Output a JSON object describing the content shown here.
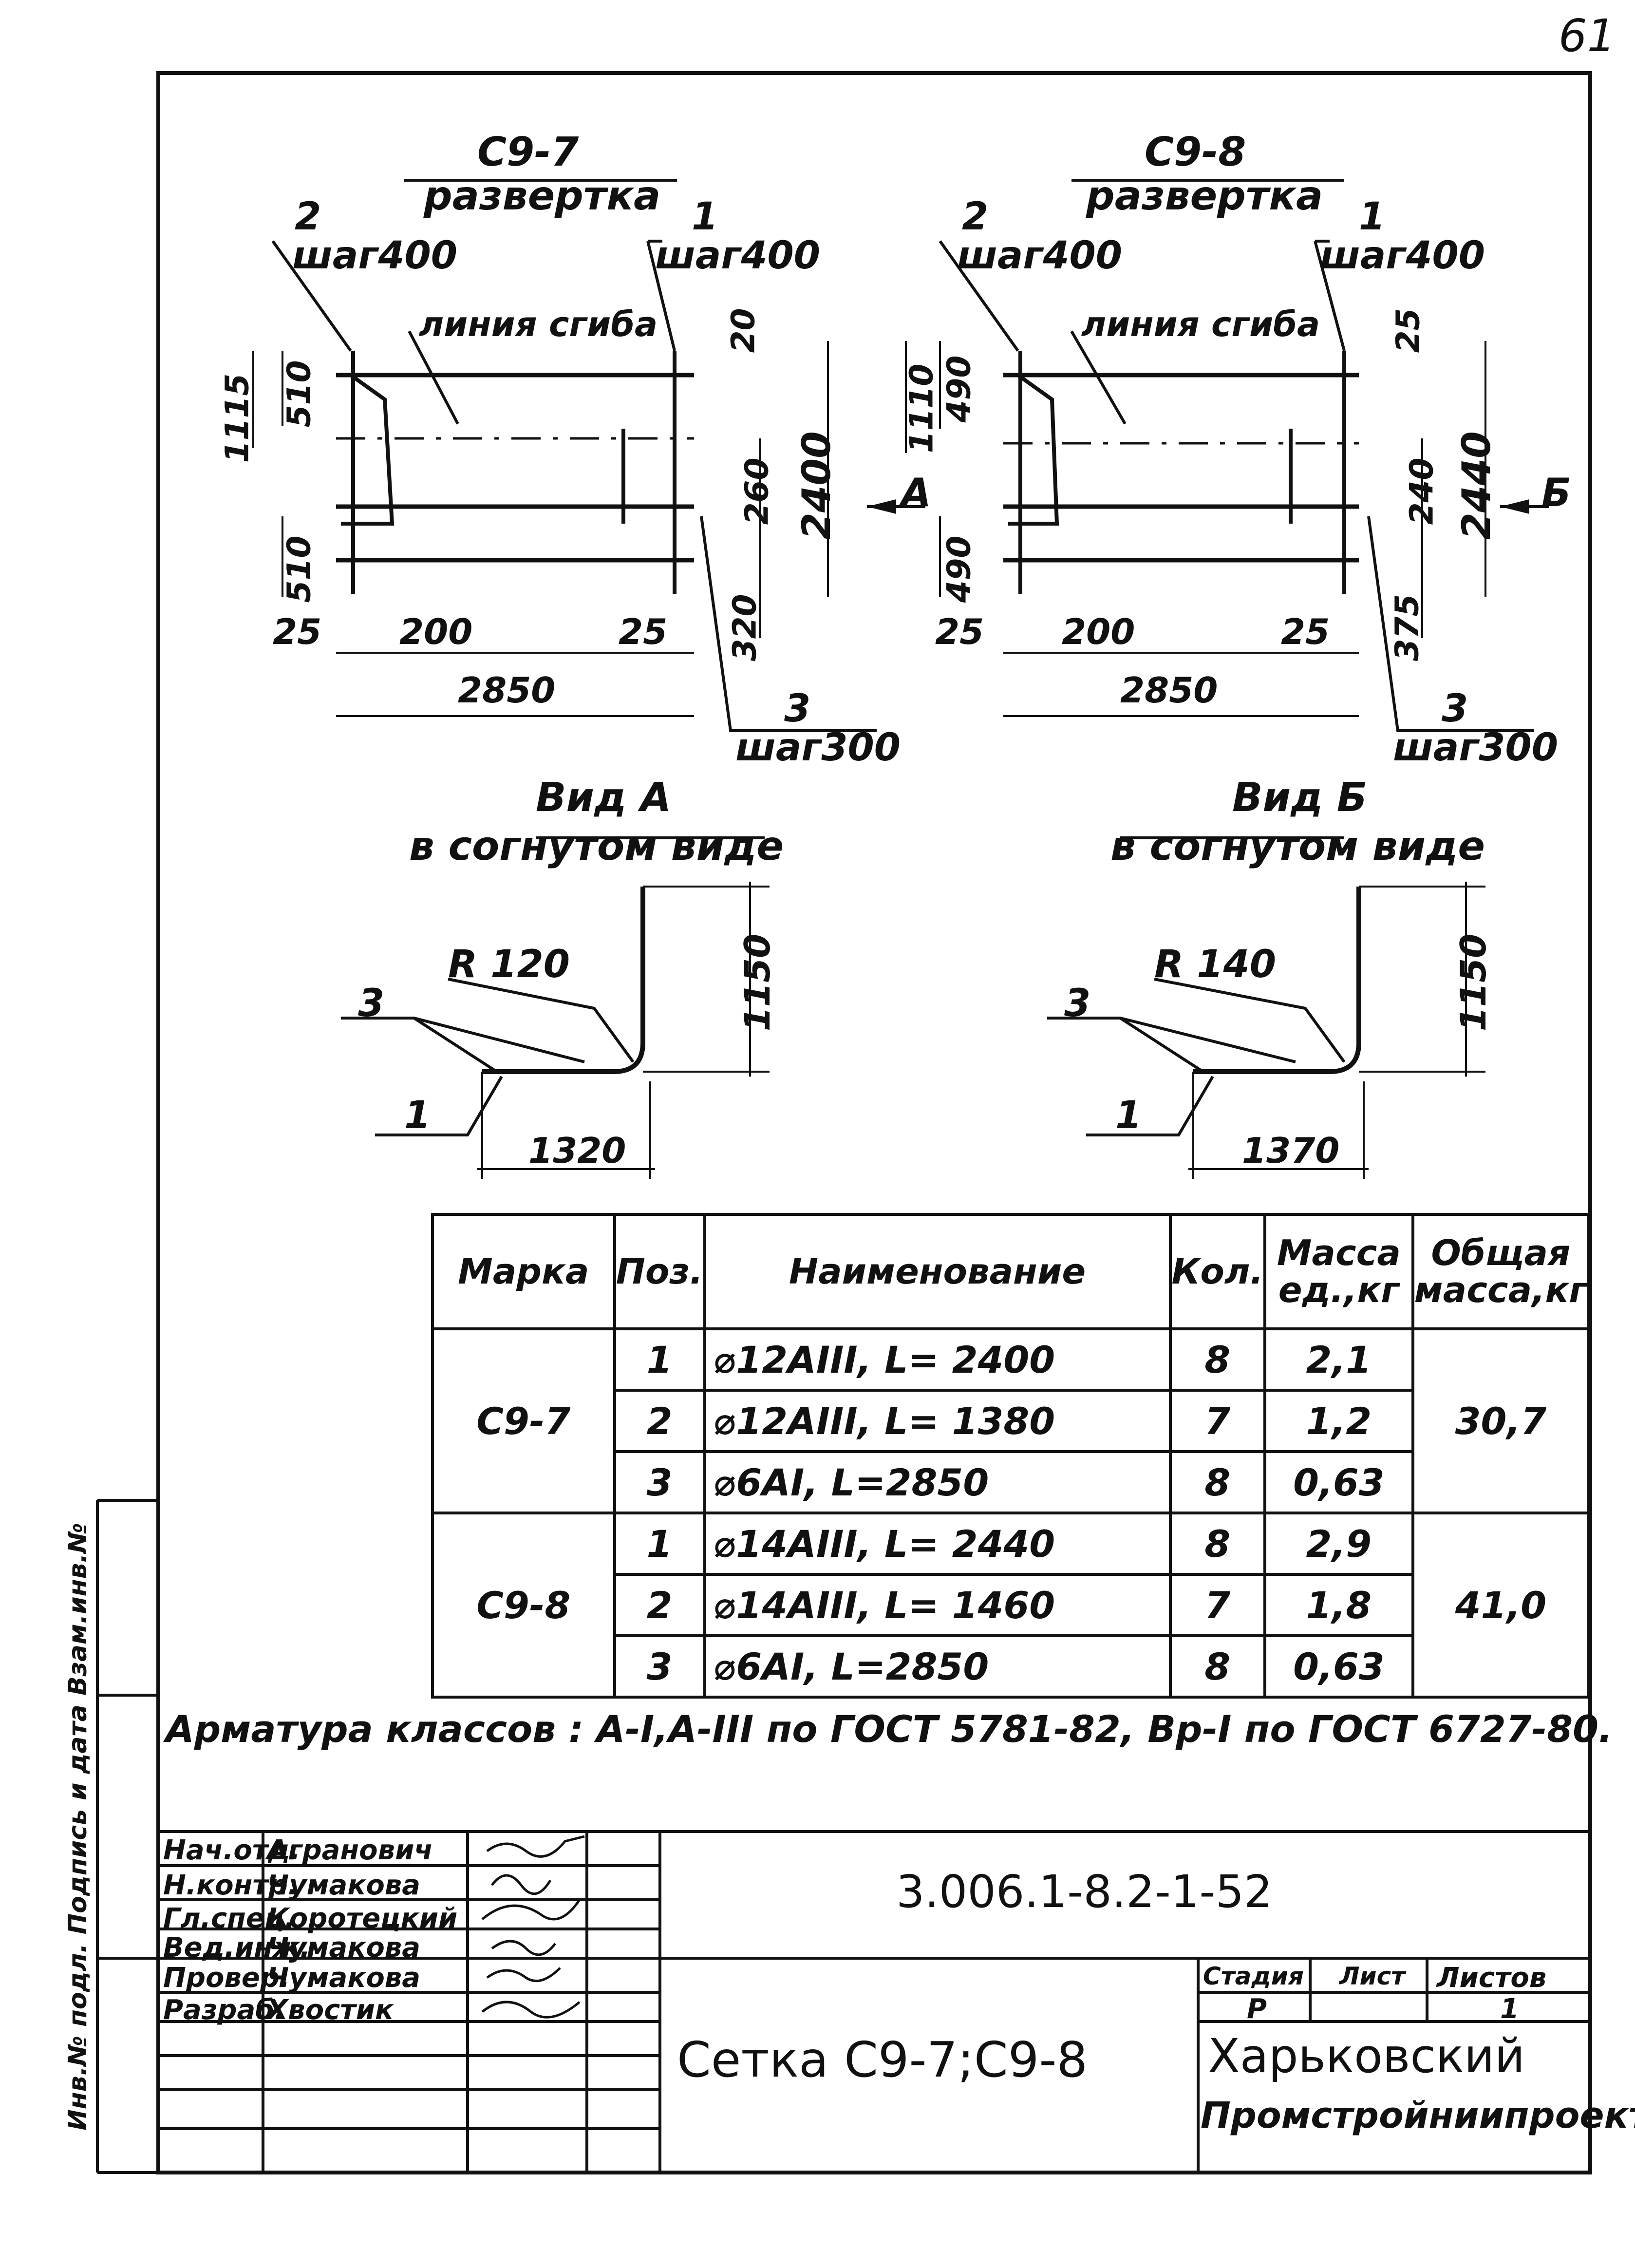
{
  "page_number": "61",
  "drawings": [
    {
      "id": "c9-7",
      "mark": "С9-7",
      "subtitle": "развертка",
      "pos2_label": "2",
      "pos2_step": "шаг400",
      "pos1_label": "1",
      "pos1_step": "шаг400",
      "bend_line": "линия сгиба",
      "dims": {
        "top_off": "20",
        "left_total": "1115",
        "left_upper": "510",
        "left_lower": "510",
        "right_mid": "260",
        "right_total": "2400",
        "right_bottom": "320",
        "bottom_left": "25",
        "bottom_mid": "200",
        "bottom_right": "25",
        "overall_length": "2850"
      },
      "arrow_label": "A",
      "pos3_label": "3",
      "pos3_step": "шаг300"
    },
    {
      "id": "c9-8",
      "mark": "С9-8",
      "subtitle": "развертка",
      "pos2_label": "2",
      "pos2_step": "шаг400",
      "pos1_label": "1",
      "pos1_step": "шаг400",
      "bend_line": "линия сгиба",
      "dims": {
        "top_off": "25",
        "left_total": "1110",
        "left_upper": "490",
        "left_lower": "490",
        "right_mid": "240",
        "right_total": "2440",
        "right_bottom": "375",
        "bottom_left": "25",
        "bottom_mid": "200",
        "bottom_right": "25",
        "overall_length": "2850"
      },
      "arrow_label": "Б",
      "pos3_label": "3",
      "pos3_step": "шаг300"
    }
  ],
  "views": [
    {
      "title": "Вид A",
      "subtitle": "в согнутом виде",
      "radius": "R 120",
      "height": "1150",
      "width": "1320",
      "pos3": "3",
      "pos1": "1"
    },
    {
      "title": "Вид Б",
      "subtitle": "в согнутом виде",
      "radius": "R 140",
      "height": "1150",
      "width": "1370",
      "pos3": "3",
      "pos1": "1"
    }
  ],
  "spec_table": {
    "headers": [
      "Марка",
      "Поз.",
      "Наименование",
      "Кол.",
      "Масса ед.,кг",
      "Общая масса,кг"
    ],
    "groups": [
      {
        "mark": "С9-7",
        "total_mass": "30,7",
        "rows": [
          {
            "pos": "1",
            "name": "⌀12AIII,  L= 2400",
            "qty": "8",
            "mass": "2,1"
          },
          {
            "pos": "2",
            "name": "⌀12AIII,  L= 1380",
            "qty": "7",
            "mass": "1,2"
          },
          {
            "pos": "3",
            "name": "⌀6AI,      L=2850",
            "qty": "8",
            "mass": "0,63"
          }
        ]
      },
      {
        "mark": "С9-8",
        "total_mass": "41,0",
        "rows": [
          {
            "pos": "1",
            "name": "⌀14AIII,  L= 2440",
            "qty": "8",
            "mass": "2,9"
          },
          {
            "pos": "2",
            "name": "⌀14AIII,  L= 1460",
            "qty": "7",
            "mass": "1,8"
          },
          {
            "pos": "3",
            "name": "⌀6AI,      L=2850",
            "qty": "8",
            "mass": "0,63"
          }
        ]
      }
    ]
  },
  "note": "Арматура классов : А-I,А-III по ГОСТ 5781-82, Вр-I по ГОСТ 6727-80.",
  "side_stamp": "Инв.№ подл.  Подпись и дата  Взам.инв.№",
  "title_block": {
    "code": "3.006.1-8.2-1-52",
    "title": "Сетка С9-7;С9-8",
    "stage_header": "Стадия",
    "sheet_header": "Лист",
    "sheets_header": "Листов",
    "stage": "Р",
    "sheet": "",
    "sheets": "1",
    "org_line1": "Харьковский",
    "org_line2": "Промстройниипроект",
    "staff": [
      {
        "role": "Нач.отд.",
        "name": "Агранович"
      },
      {
        "role": "Н.контр.",
        "name": "Чумакова"
      },
      {
        "role": "Гл.спец.",
        "name": "Коротецкий"
      },
      {
        "role": "Вед.инж.",
        "name": "Чумакова"
      },
      {
        "role": "Провер.",
        "name": "Чумакова"
      },
      {
        "role": "Разраб.",
        "name": "Хвостик"
      }
    ]
  }
}
